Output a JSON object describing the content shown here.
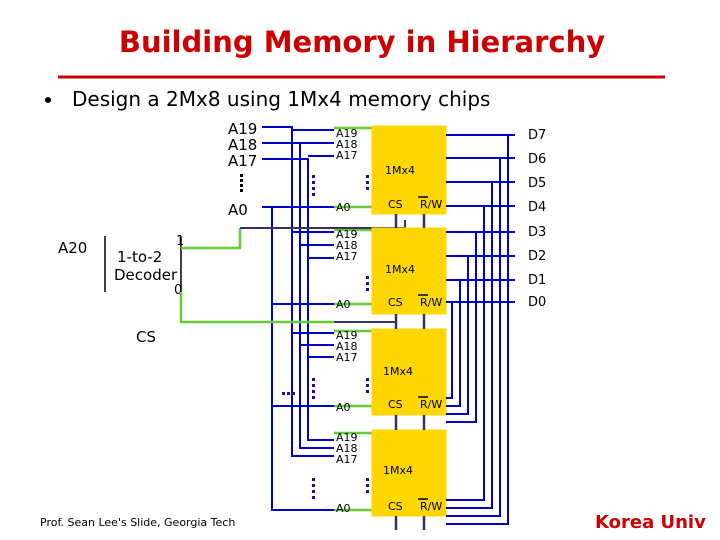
{
  "title": "Building Memory in Hierarchy",
  "bullet": "Design a 2Mx8 using 1Mx4 memory chips",
  "address_labels": {
    "a19": "A19",
    "a18": "A18",
    "a17": "A17",
    "a0": "A0",
    "a20": "A20",
    "cs": "CS"
  },
  "decoder": {
    "line1": "1-to-2",
    "line2": "Decoder",
    "out1": "1",
    "out0": "0"
  },
  "chip": {
    "a19": "A19",
    "a18": "A18",
    "a17": "A17",
    "a0": "A0",
    "name": "1Mx4",
    "cs": "CS",
    "rw": "R/W"
  },
  "data_labels": [
    "D7",
    "D6",
    "D5",
    "D4",
    "D3",
    "D2",
    "D1",
    "D0"
  ],
  "footer_credit": "Prof. Sean Lee's Slide, Georgia Tech",
  "footer_logo": "Korea Univ",
  "colors": {
    "title": "#cc0000",
    "rule": "#cc0000",
    "chip_fill": "#ffd700",
    "wire_blue": "#0000cc",
    "wire_green": "#66cc33",
    "wire_purple": "#330099",
    "wire_dark": "#333366"
  }
}
